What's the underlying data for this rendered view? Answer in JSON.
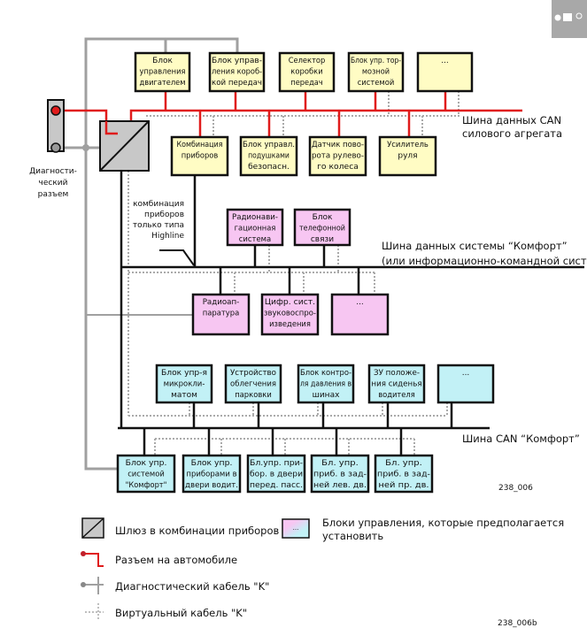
{
  "colors": {
    "powertrain": "#fffcc4",
    "comfort_info": "#f7c6f2",
    "comfort": "#c2f1f6",
    "can_red": "#e01b1b",
    "diag_gray": "#a0a0a0",
    "gateway": "#c8c8c8"
  },
  "corner_icon": "toolbar-icons",
  "diagnostic_connector": {
    "label": [
      "Диагности-",
      "ческий",
      "разъем"
    ]
  },
  "powertrain_bus": {
    "label": [
      "Шина данных CAN",
      "силового агрегата"
    ],
    "top_units": [
      [
        "Блок",
        "управления",
        "двигателем"
      ],
      [
        "Блок управ-",
        "ления короб-",
        "кой передач"
      ],
      [
        "Селектор",
        "коробки",
        "передач"
      ],
      [
        "Блок упр. тор-",
        "мозной",
        "системой"
      ],
      [
        "..."
      ]
    ],
    "bottom_units": [
      [
        "Комбинация",
        "приборов"
      ],
      [
        "Блок управл.",
        "подушками",
        "безопасн."
      ],
      [
        "Датчик пово-",
        "рота рулево-",
        "го колеса"
      ],
      [
        "Усилитель",
        "руля"
      ]
    ]
  },
  "highline_note": [
    "комбинация",
    "приборов",
    "только типа",
    "Highline"
  ],
  "infotainment_bus": {
    "label": [
      "Шина данных системы “Комфорт”",
      "(или информационно-командной системы"
    ],
    "top_units": [
      [
        "Радионави-",
        "гационная",
        "система"
      ],
      [
        "Блок",
        "телефонной",
        "связи"
      ]
    ],
    "bottom_units": [
      [
        "Радиоап-",
        "паратура"
      ],
      [
        "Цифр. сист.",
        "звуковоспро-",
        "изведения"
      ],
      [
        "..."
      ]
    ]
  },
  "comfort_bus": {
    "label": "Шина CAN “Комфорт”",
    "top_units": [
      [
        "Блок упр-я",
        "микрокли-",
        "матом"
      ],
      [
        "Устройство",
        "облегчения",
        "парковки"
      ],
      [
        "Блок контро-",
        "ля давления в",
        "шинах"
      ],
      [
        "ЗУ положе-",
        "ния сиденья",
        "водителя"
      ],
      [
        "..."
      ]
    ],
    "bottom_units": [
      [
        "Блок упр.",
        "системой",
        "\"Комфорт\""
      ],
      [
        "Блок упр.",
        "приборами в",
        "двери водит."
      ],
      [
        "Бл.упр. при-",
        "бор. в двери",
        "перед. пасс."
      ],
      [
        "Бл. упр.",
        "приб. в зад-",
        "ней лев. дв."
      ],
      [
        "Бл. упр.",
        "приб. в зад-",
        "ней пр. дв."
      ]
    ]
  },
  "figure_id": "238_006",
  "legend": {
    "gateway": "Шлюз в комбинации приборов",
    "planned_units": [
      "Блоки управления, которые предполагается",
      "установить"
    ],
    "planned_units_icon_text": "...",
    "vehicle_connector": "Разъем на автомобиле",
    "diag_cable": "Диагностический кабель \"K\"",
    "virtual_cable": "Виртуальный кабель \"K\""
  },
  "legend_figure_id": "238_006b"
}
